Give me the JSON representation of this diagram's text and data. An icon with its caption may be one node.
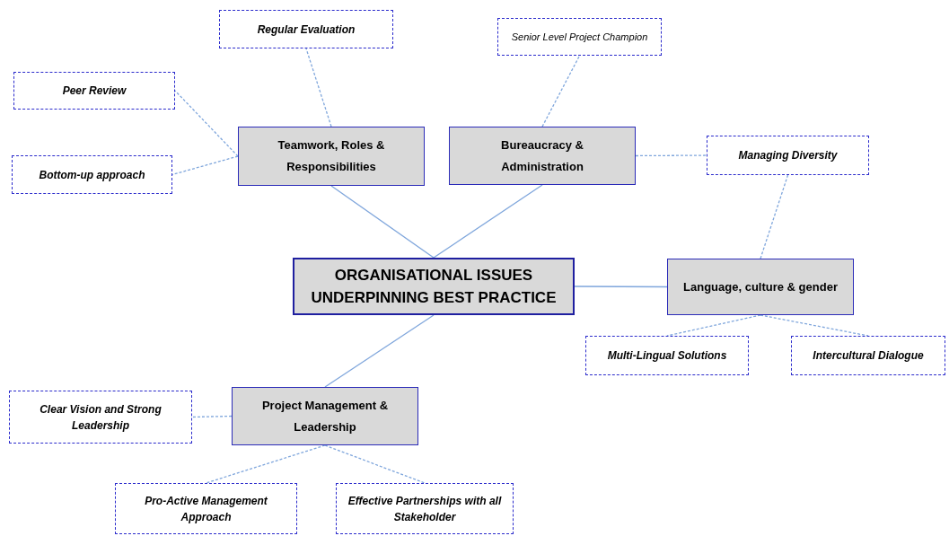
{
  "diagram": {
    "nodes": [
      {
        "text": [
          "ORGANISATIONAL ISSUES UNDERPINNING BEST PRACTICE"
        ]
      },
      {
        "text": [
          "Teamwork, Roles & Responsibilities"
        ]
      },
      {
        "text": [
          "Bureaucracy & Administration"
        ]
      },
      {
        "text": [
          "Language, culture & gender"
        ]
      },
      {
        "text": [
          "Project Management & Leadership"
        ]
      },
      {
        "text": [
          "Regular Evaluation"
        ]
      },
      {
        "text": [
          "Peer Review"
        ]
      },
      {
        "text": [
          "Bottom-up approach"
        ]
      },
      {
        "text": [
          "Senior Level Project Champion"
        ]
      },
      {
        "text": [
          "Managing Diversity"
        ]
      },
      {
        "text": [
          "Multi-Lingual Solutions"
        ]
      },
      {
        "text": [
          "Intercultural Dialogue"
        ]
      },
      {
        "text": [
          "Clear Vision and Strong Leadership"
        ]
      },
      {
        "text": [
          "Pro-Active Management Approach"
        ]
      },
      {
        "text": [
          "Effective Partnerships with all Stakeholder"
        ]
      }
    ],
    "edges": [
      {
        "from": 0,
        "to": 1,
        "arrow": "none"
      },
      {
        "from": 0,
        "to": 2,
        "arrow": "none"
      },
      {
        "from": 0,
        "to": 3,
        "arrow": "none"
      },
      {
        "from": 0,
        "to": 4,
        "arrow": "none"
      },
      {
        "from": 1,
        "to": 5,
        "arrow": "none",
        "style": "dashed"
      },
      {
        "from": 1,
        "to": 6,
        "arrow": "none",
        "style": "dashed"
      },
      {
        "from": 1,
        "to": 7,
        "arrow": "none",
        "style": "dashed"
      },
      {
        "from": 2,
        "to": 8,
        "arrow": "none",
        "style": "dashed"
      },
      {
        "from": 2,
        "to": 9,
        "arrow": "none",
        "style": "dashed"
      },
      {
        "from": 3,
        "to": 9,
        "arrow": "none",
        "style": "dashed"
      },
      {
        "from": 3,
        "to": 10,
        "arrow": "none",
        "style": "dashed"
      },
      {
        "from": 3,
        "to": 11,
        "arrow": "none",
        "style": "dashed"
      },
      {
        "from": 4,
        "to": 12,
        "arrow": "none",
        "style": "dashed"
      },
      {
        "from": 4,
        "to": 13,
        "arrow": "none",
        "style": "dashed"
      },
      {
        "from": 4,
        "to": 14,
        "arrow": "none",
        "style": "dashed"
      }
    ]
  }
}
